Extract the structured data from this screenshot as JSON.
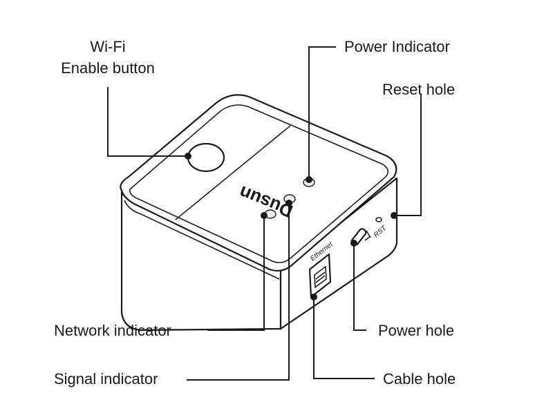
{
  "device": {
    "brand": "Dusun",
    "ethernet_label": "Ethernet",
    "rst_label": "RST"
  },
  "labels": {
    "wifi_line1": "Wi-Fi",
    "wifi_line2": "Enable button",
    "power_indicator": "Power Indicator",
    "reset_hole": "Reset hole",
    "network_indicator": "Network indicator",
    "power_hole": "Power hole",
    "signal_indicator": "Signal indicator",
    "cable_hole": "Cable hole"
  }
}
